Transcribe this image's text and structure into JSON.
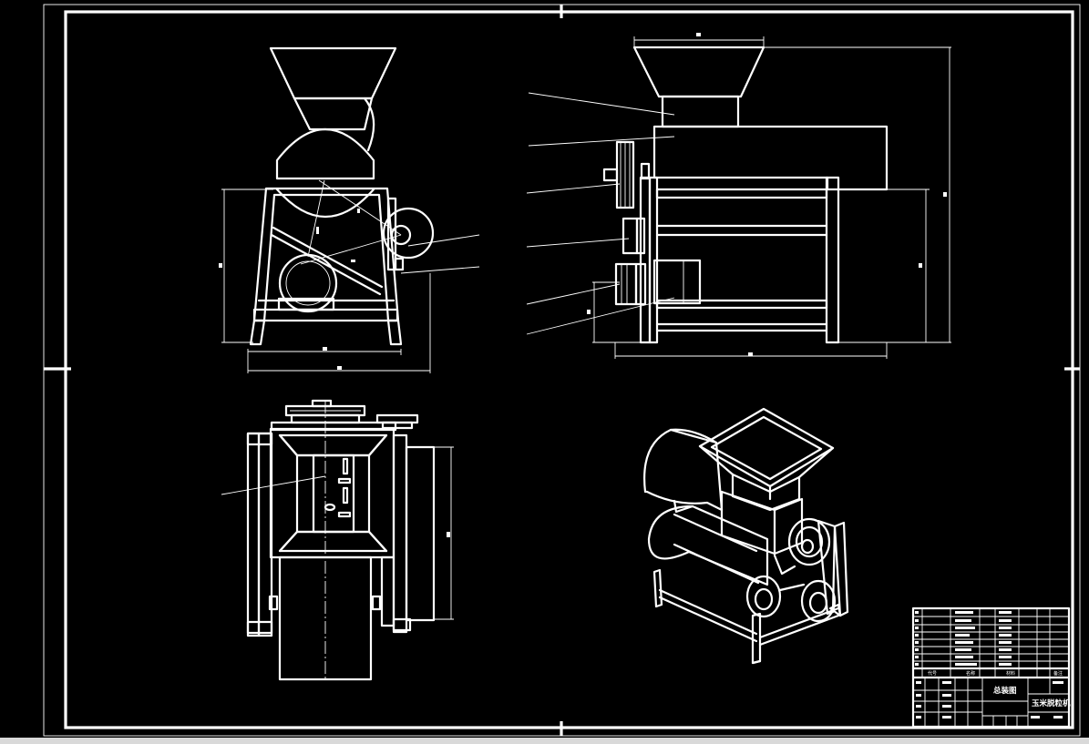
{
  "colors": {
    "background": "#000000",
    "linework": "#ffffff",
    "statusbar": "#d9d9d9"
  },
  "title_block": {
    "drawing_name": "总装图",
    "product_name": "玉米脱粒机",
    "header_cells": [
      "代号",
      "名称",
      "材料",
      "备注"
    ]
  }
}
